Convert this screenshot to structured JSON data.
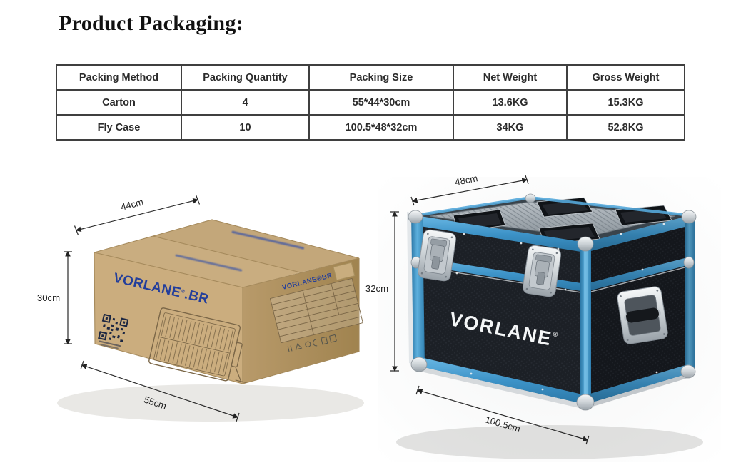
{
  "page": {
    "title": "Product Packaging:",
    "background": "#ffffff"
  },
  "packing_table": {
    "headers": [
      "Packing Method",
      "Packing Quantity",
      "Packing Size",
      "Net Weight",
      "Gross Weight"
    ],
    "rows": [
      [
        "Carton",
        "4",
        "55*44*30cm",
        "13.6KG",
        "15.3KG"
      ],
      [
        "Fly Case",
        "10",
        "100.5*48*32cm",
        "34KG",
        "52.8KG"
      ]
    ]
  },
  "carton": {
    "brand": "VORLANE",
    "reg": "®",
    "brand_suffix": ".BR",
    "side_label": "VORLANE®BR",
    "dims": {
      "width": "44cm",
      "height": "30cm",
      "length": "55cm"
    },
    "colors": {
      "front": "#cbad7e",
      "top": "#c6aa7c",
      "side": "#b2925f",
      "logo": "#233e9b"
    }
  },
  "flycase": {
    "brand": "VORLANE",
    "reg": "®",
    "dims": {
      "width": "48cm",
      "height": "32cm",
      "length": "100.5cm"
    },
    "colors": {
      "frame": "#3f96cc",
      "panel": "#1c2026",
      "hardware": "#d6dadd",
      "logo": "#f4f6f7"
    }
  }
}
